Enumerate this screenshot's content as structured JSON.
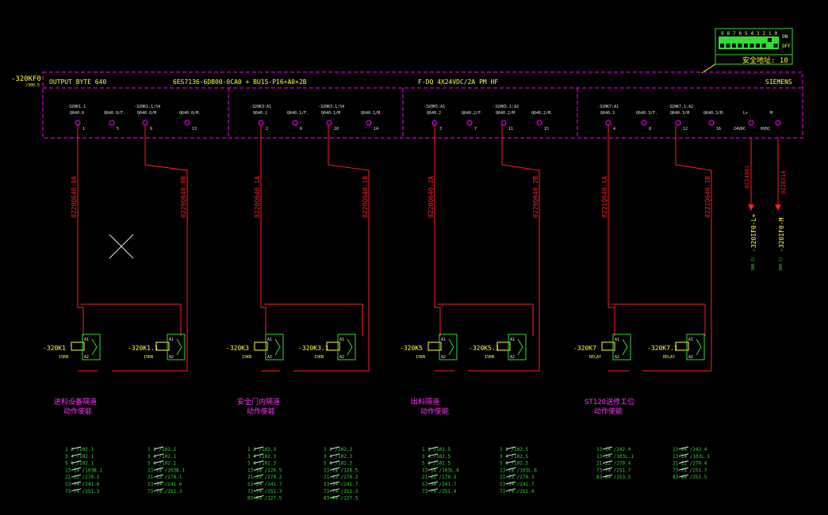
{
  "header": {
    "module_tag": "-320KF0",
    "module_sub": "/300.5",
    "output_byte": "OUTPUT BYTE 640",
    "part_no": "6ES7136-6DB00-0CA0 + BU15-P16+A0+2B",
    "module_type": "F-DQ 4X24VDC/2A PM HF",
    "brand": "SIEMENS"
  },
  "dip": {
    "numbers": [
      "9",
      "8",
      "7",
      "6",
      "5",
      "4",
      "3",
      "2",
      "1",
      "0"
    ],
    "on": "ON",
    "off": "OFF",
    "address_label": "安全地址: 10"
  },
  "terminals": [
    {
      "top": "-320K1.1",
      "tag": "Q640.0",
      "num": "1"
    },
    {
      "top": "",
      "tag": "Q640.0/F.",
      "num": "5"
    },
    {
      "top": "-320K1.1:54",
      "tag": "Q640.0/M",
      "num": "9"
    },
    {
      "top": "",
      "tag": "Q640.0/M.",
      "num": "13"
    },
    {
      "top": "-320K3:A1",
      "tag": "Q640.1",
      "num": "2"
    },
    {
      "top": "",
      "tag": "Q640.1/F.",
      "num": "6"
    },
    {
      "top": "-320K3.1:54",
      "tag": "Q640.1/M",
      "num": "10"
    },
    {
      "top": "",
      "tag": "Q640.1/M.",
      "num": "14"
    },
    {
      "top": "-320K5:A1",
      "tag": "Q640.2",
      "num": "3"
    },
    {
      "top": "",
      "tag": "Q640.2/F.",
      "num": "7"
    },
    {
      "top": "-320K5.1:A2",
      "tag": "Q640.2/M",
      "num": "11"
    },
    {
      "top": "",
      "tag": "Q640.2/M.",
      "num": "15"
    },
    {
      "top": "-320K7:A1",
      "tag": "Q640.3",
      "num": "4"
    },
    {
      "top": "",
      "tag": "Q640.3/F.",
      "num": "8"
    },
    {
      "top": "-320K7.1:A2",
      "tag": "Q640.3/M",
      "num": "12"
    },
    {
      "top": "",
      "tag": "Q640.3/M.",
      "num": "16"
    },
    {
      "top": "",
      "tag": "L+",
      "num": "24VDC"
    },
    {
      "top": "",
      "tag": "M",
      "num": "0VDC"
    }
  ],
  "wire_labels": [
    "0220Q640.0A",
    "0220Q640.0B",
    "0220Q640.1A",
    "0220Q640.1B",
    "0220Q640.2A",
    "0220Q640.2B",
    "0221Q640.1A",
    "0221Q640.1B"
  ],
  "power_wires": {
    "l_wire": "0224061",
    "m_wire": "0228314",
    "l_target": "-320IF0-L+",
    "m_target": "-320IF0-M",
    "l_ref": "300.7/",
    "m_ref": "300.7/"
  },
  "relays": [
    {
      "name": "-320K1",
      "sub": "15KN",
      "a1": "A1",
      "a2": "A2"
    },
    {
      "name": "-320K1.1",
      "sub": "15KN",
      "a1": "A1",
      "a2": "A2"
    },
    {
      "name": "-320K3",
      "sub": "15KN",
      "a1": "A1",
      "a2": "A2"
    },
    {
      "name": "-320K3.1",
      "sub": "15KN",
      "a1": "A1",
      "a2": "A2"
    },
    {
      "name": "-320K5",
      "sub": "15KN",
      "a1": "A1",
      "a2": "A2"
    },
    {
      "name": "-320K5.1",
      "sub": "15KN",
      "a1": "A1",
      "a2": "A2"
    },
    {
      "name": "-320K7",
      "sub": "RELAY",
      "a1": "A1",
      "a2": "A2"
    },
    {
      "name": "-320K7.1",
      "sub": "RELAY",
      "a1": "A1",
      "a2": "A2"
    }
  ],
  "groups": [
    {
      "line1": "进料设备隔道",
      "line2": "动作使能"
    },
    {
      "line1": "安全门内隔道",
      "line2": "动作使能"
    },
    {
      "line1": "出料隔道",
      "line2": "动作使能"
    },
    {
      "line1": "ST120送修工位",
      "line2": "动作使能"
    }
  ],
  "contacts": [
    [
      "1  2  /102.1",
      "3  4  /102.1",
      "5  6  /102.1",
      "13  14 /103B.1",
      "21  22 /270.1",
      "53  54 /241.6",
      "73  74 /251.3"
    ],
    [
      "1  2  /102.1",
      "3  4  /102.1",
      "5  6  /102.1",
      "13  14 /103B.1",
      "21  22 /270.1",
      "53  54 /241.6",
      "73  74 /251.3"
    ],
    [
      "1  2  /102.3",
      "3  4  /102.3",
      "5  6  /102.3",
      "13  14 /126.5",
      "21  22 /270.2",
      "53  54 /241.7",
      "73  74 /251.3",
      "83  84 /127.5"
    ],
    [
      "1  2  /102.3",
      "3  4  /102.3",
      "5  6  /102.3",
      "13  14 /126.5",
      "21  22 /270.2",
      "53  54 /241.7",
      "73  74 /251.3",
      "83  84 /127.5"
    ],
    [
      "1  2  /102.5",
      "3  4  /102.5",
      "5  6  /102.5",
      "13  14 /103L.6",
      "21  22 /270.3",
      "53  54 /241.7",
      "73  74 /251.4"
    ],
    [
      "1  2  /102.5",
      "3  4  /102.5",
      "5  6  /102.5",
      "13  14 /103L.6",
      "21  22 /270.3",
      "53  54 /241.7",
      "73  74 /251.4"
    ],
    [
      "13  14 /242.4",
      "13  14 /103L.1",
      "21  22 /270.4",
      "73  74 /251.7",
      "83  84 /253.5"
    ],
    [
      "13  14 /242.4",
      "13  14 /103L.1",
      "21  22 /270.4",
      "73  74 /251.7",
      "83  84 /253.5"
    ]
  ]
}
